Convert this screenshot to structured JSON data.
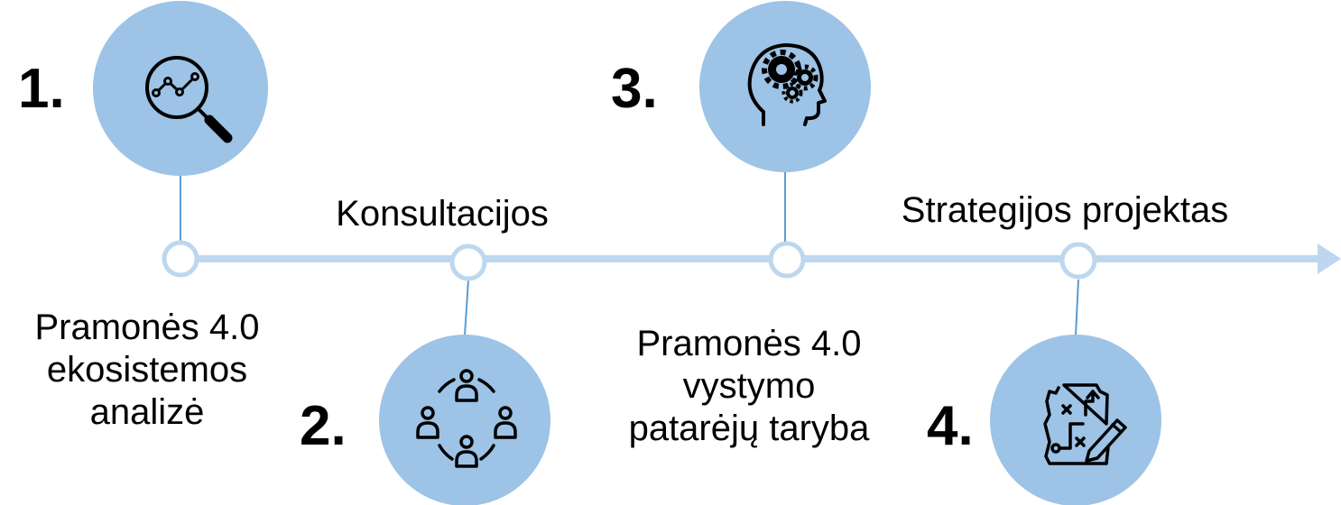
{
  "colors": {
    "circle_fill": "#9dc3e6",
    "timeline": "#bdd7ee",
    "node_stroke": "#bdd7ee",
    "connector": "#5b9bd5",
    "icon": "#000000"
  },
  "timeline": {
    "arrow": true
  },
  "steps": [
    {
      "number": "1.",
      "icon": "magnifier-chart-icon",
      "label": "Pramonės 4.0 ekosistemos analizė",
      "label_lines": [
        "Pramonės 4.0",
        "ekosistemos",
        "analizė"
      ]
    },
    {
      "number": "2.",
      "icon": "people-circle-icon",
      "label": "Konsultacijos",
      "label_lines": [
        "Konsultacijos"
      ]
    },
    {
      "number": "3.",
      "icon": "head-gears-icon",
      "label": "Pramonės 4.0 vystymo patarėjų taryba",
      "label_lines": [
        "Pramonės 4.0",
        "vystymo",
        "patarėjų taryba"
      ]
    },
    {
      "number": "4.",
      "icon": "strategy-plan-icon",
      "label": "Strategijos projektas",
      "label_lines": [
        "Strategijos projektas"
      ]
    }
  ]
}
